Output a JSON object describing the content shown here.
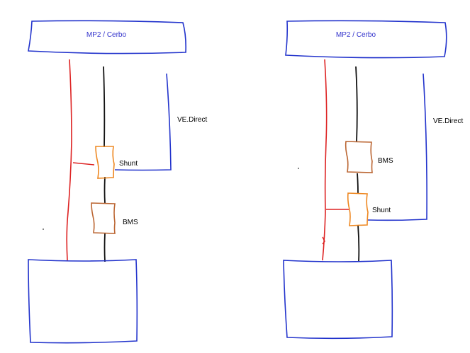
{
  "diagrams": [
    {
      "top_box_label": "MP2 / Cerbo",
      "comm_label": "VE.Direct",
      "upper_component_label": "Shunt",
      "lower_component_label": "BMS"
    },
    {
      "top_box_label": "MP2 / Cerbo",
      "comm_label": "VE.Direct",
      "upper_component_label": "BMS",
      "lower_component_label": "Shunt"
    }
  ],
  "colors": {
    "box_outline": "#2233cc",
    "positive_wire": "#dd2222",
    "negative_wire": "#111111",
    "shunt_outline": "#ee8822",
    "bms_outline": "#bb6633",
    "label_blue": "#3333cc"
  }
}
